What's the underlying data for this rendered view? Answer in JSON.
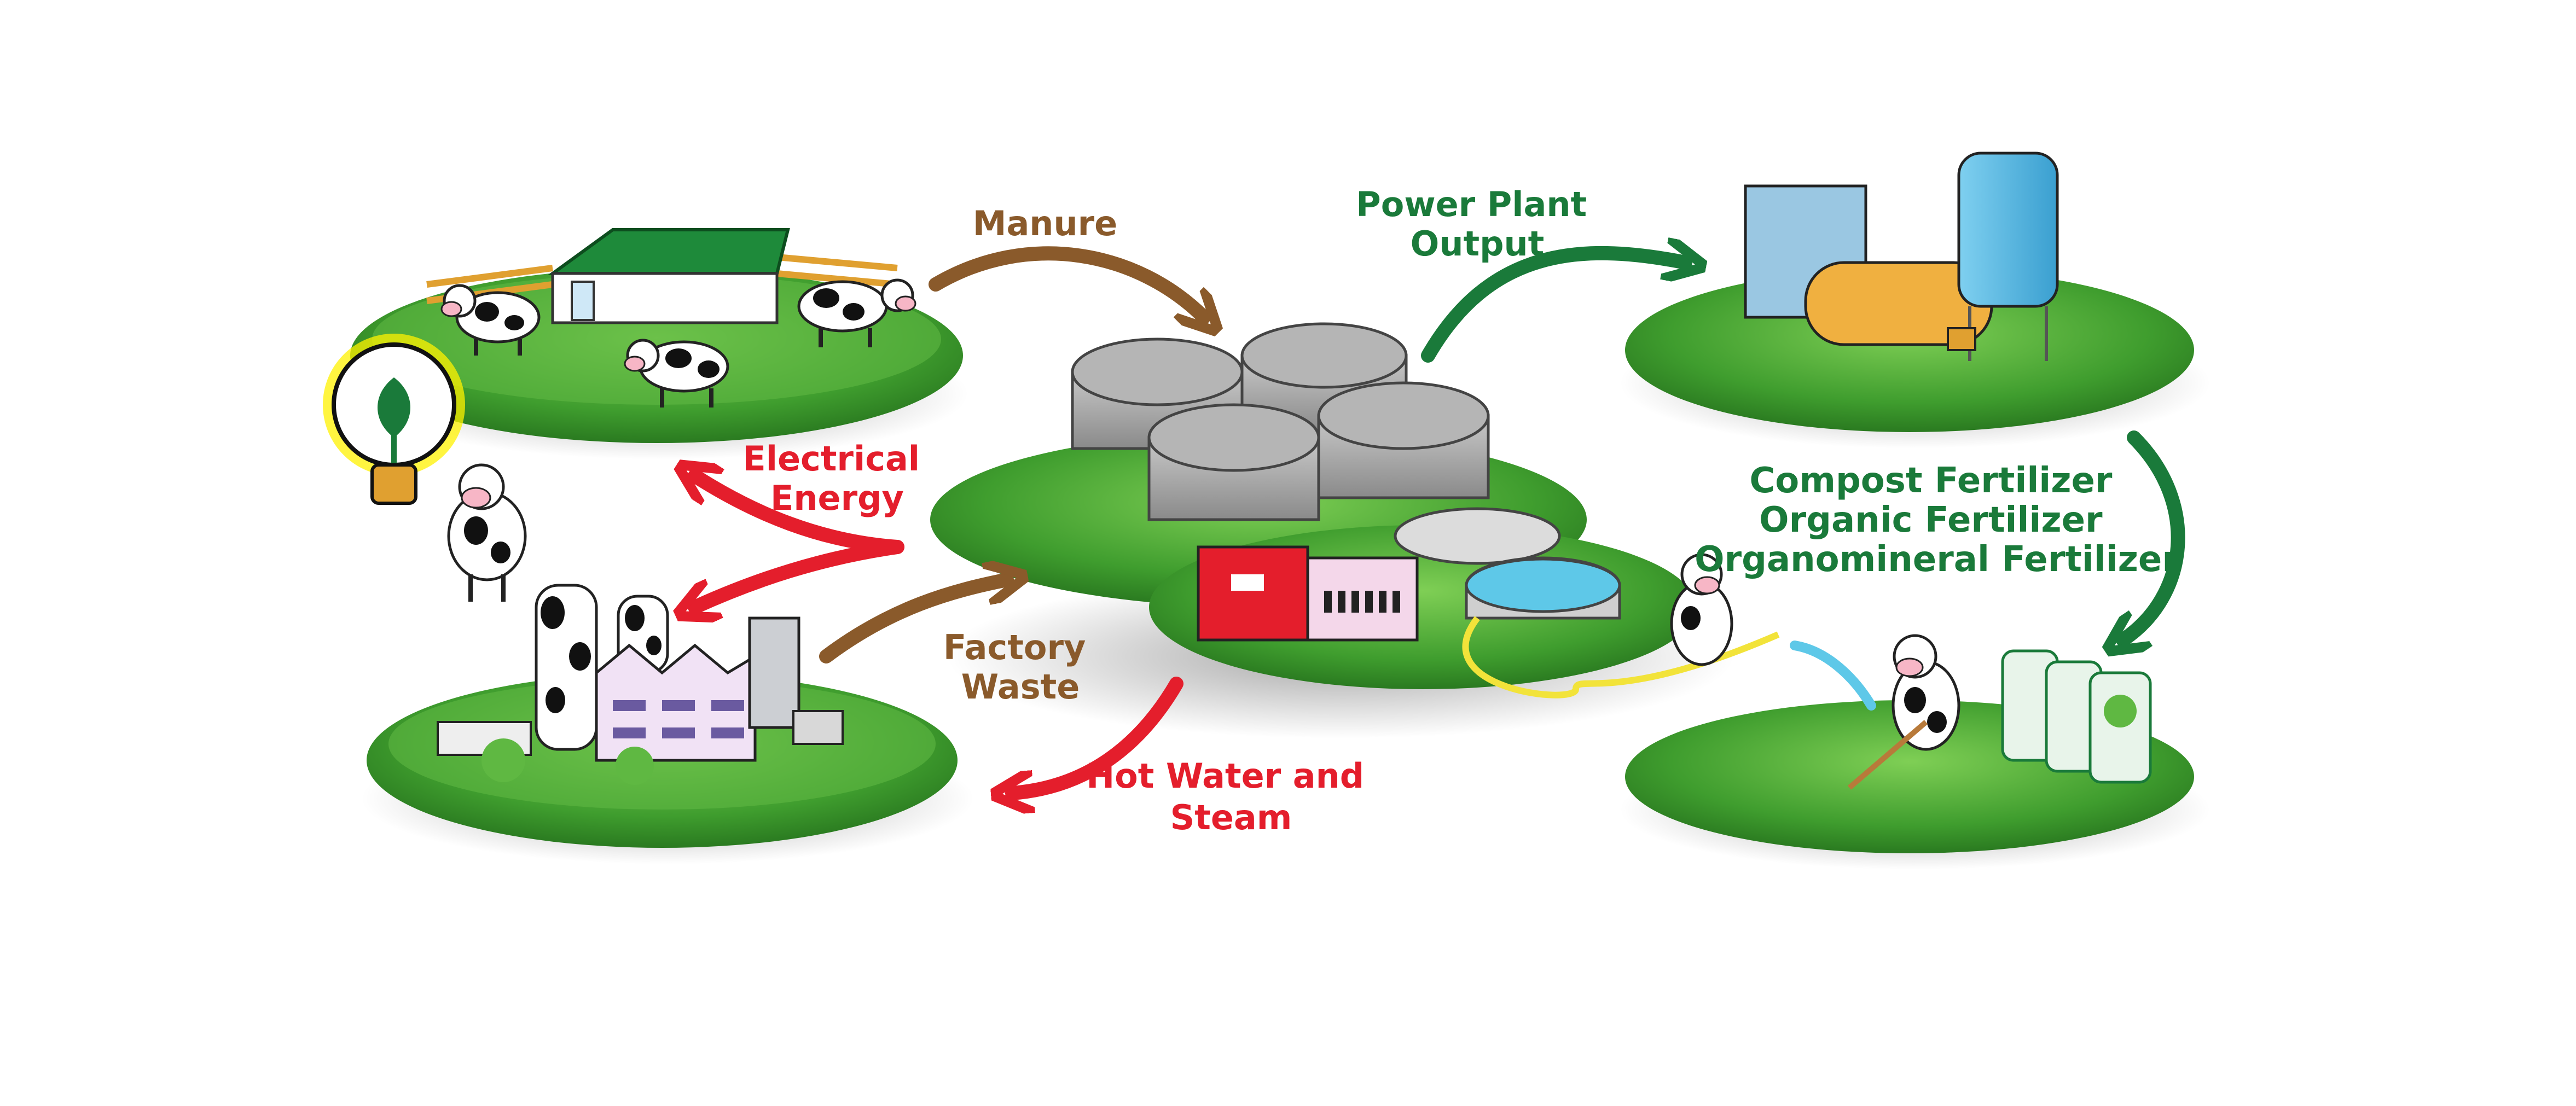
{
  "labels": {
    "manure": "Manure",
    "power_plant_output_line1": "Power Plant",
    "power_plant_output_line2": "Output",
    "electrical_energy_line1": "Electrical",
    "electrical_energy_line2": "Energy",
    "factory_waste_line1": "Factory",
    "factory_waste_line2": "Waste",
    "hot_water_line1": "Hot Water and",
    "hot_water_line2": "Steam",
    "fertilizer_line1": "Compost Fertilizer",
    "fertilizer_line2": "Organic Fertilizer",
    "fertilizer_line3": "Organomineral Fertilizer"
  },
  "colors": {
    "brown_arrow": "#8a5a2b",
    "green_arrow": "#1a7a3a",
    "red_arrow": "#e41e2c",
    "grass": "#3f9d2e",
    "grass_light": "#6cc04a",
    "digester": "#9a9a9a",
    "water": "#5ec8e8"
  },
  "icons": {
    "dairy_farm": "barn-with-cows",
    "biogas_plant": "digester-domes",
    "power_plant": "power-generator",
    "fertilizer": "fertilizer-bags",
    "factory": "dairy-factory",
    "energy": "lightbulb"
  }
}
